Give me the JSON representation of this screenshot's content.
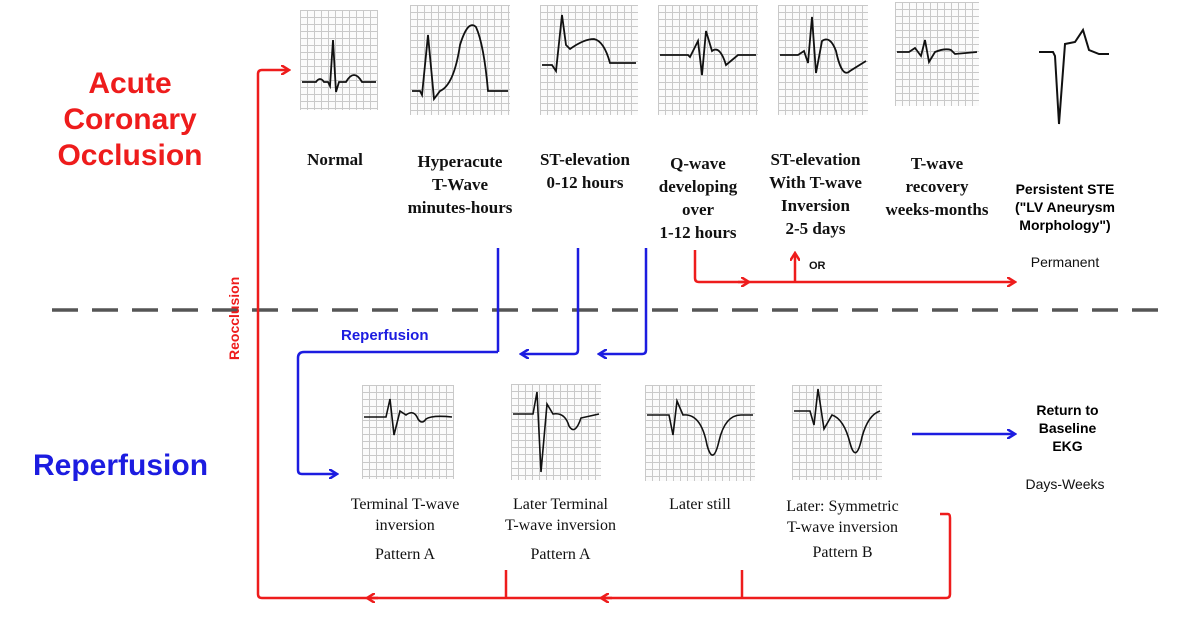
{
  "titles": {
    "acute_line1": "Acute",
    "acute_line2": "Coronary",
    "acute_line3": "Occlusion",
    "reperfusion": "Reperfusion"
  },
  "top_stages": [
    {
      "lines": [
        "Normal"
      ]
    },
    {
      "lines": [
        "Hyperacute",
        "T-Wave",
        "minutes-hours"
      ]
    },
    {
      "lines": [
        "ST-elevation",
        "0-12 hours"
      ]
    },
    {
      "lines": [
        "Q-wave",
        "developing",
        "over",
        "1-12 hours"
      ]
    },
    {
      "lines": [
        "ST-elevation",
        "With T-wave",
        "Inversion",
        "2-5 days"
      ]
    },
    {
      "lines": [
        "T-wave",
        "recovery",
        "weeks-months"
      ]
    },
    {
      "lines": [
        "Persistent STE",
        "(\"LV Aneurysm",
        "Morphology\")"
      ]
    }
  ],
  "permanent_label": "Permanent",
  "or_label": "OR",
  "reperfusion_arrow_label": "Reperfusion",
  "reocclusion_label": "Reocclusion",
  "bottom_stages": [
    {
      "lines": [
        "Terminal T-wave",
        "inversion"
      ],
      "pattern": "Pattern A"
    },
    {
      "lines": [
        "Later Terminal",
        "T-wave inversion"
      ],
      "pattern": "Pattern A"
    },
    {
      "lines": [
        "Later still"
      ],
      "pattern": ""
    },
    {
      "lines": [
        "Later: Symmetric",
        "T-wave inversion"
      ],
      "pattern": "Pattern B"
    }
  ],
  "return_label": {
    "lines": [
      "Return to",
      "Baseline",
      "EKG"
    ]
  },
  "days_weeks_label": "Days-Weeks",
  "colors": {
    "red": "#ee1c1c",
    "blue": "#1c1ce0",
    "dash": "#555555"
  }
}
